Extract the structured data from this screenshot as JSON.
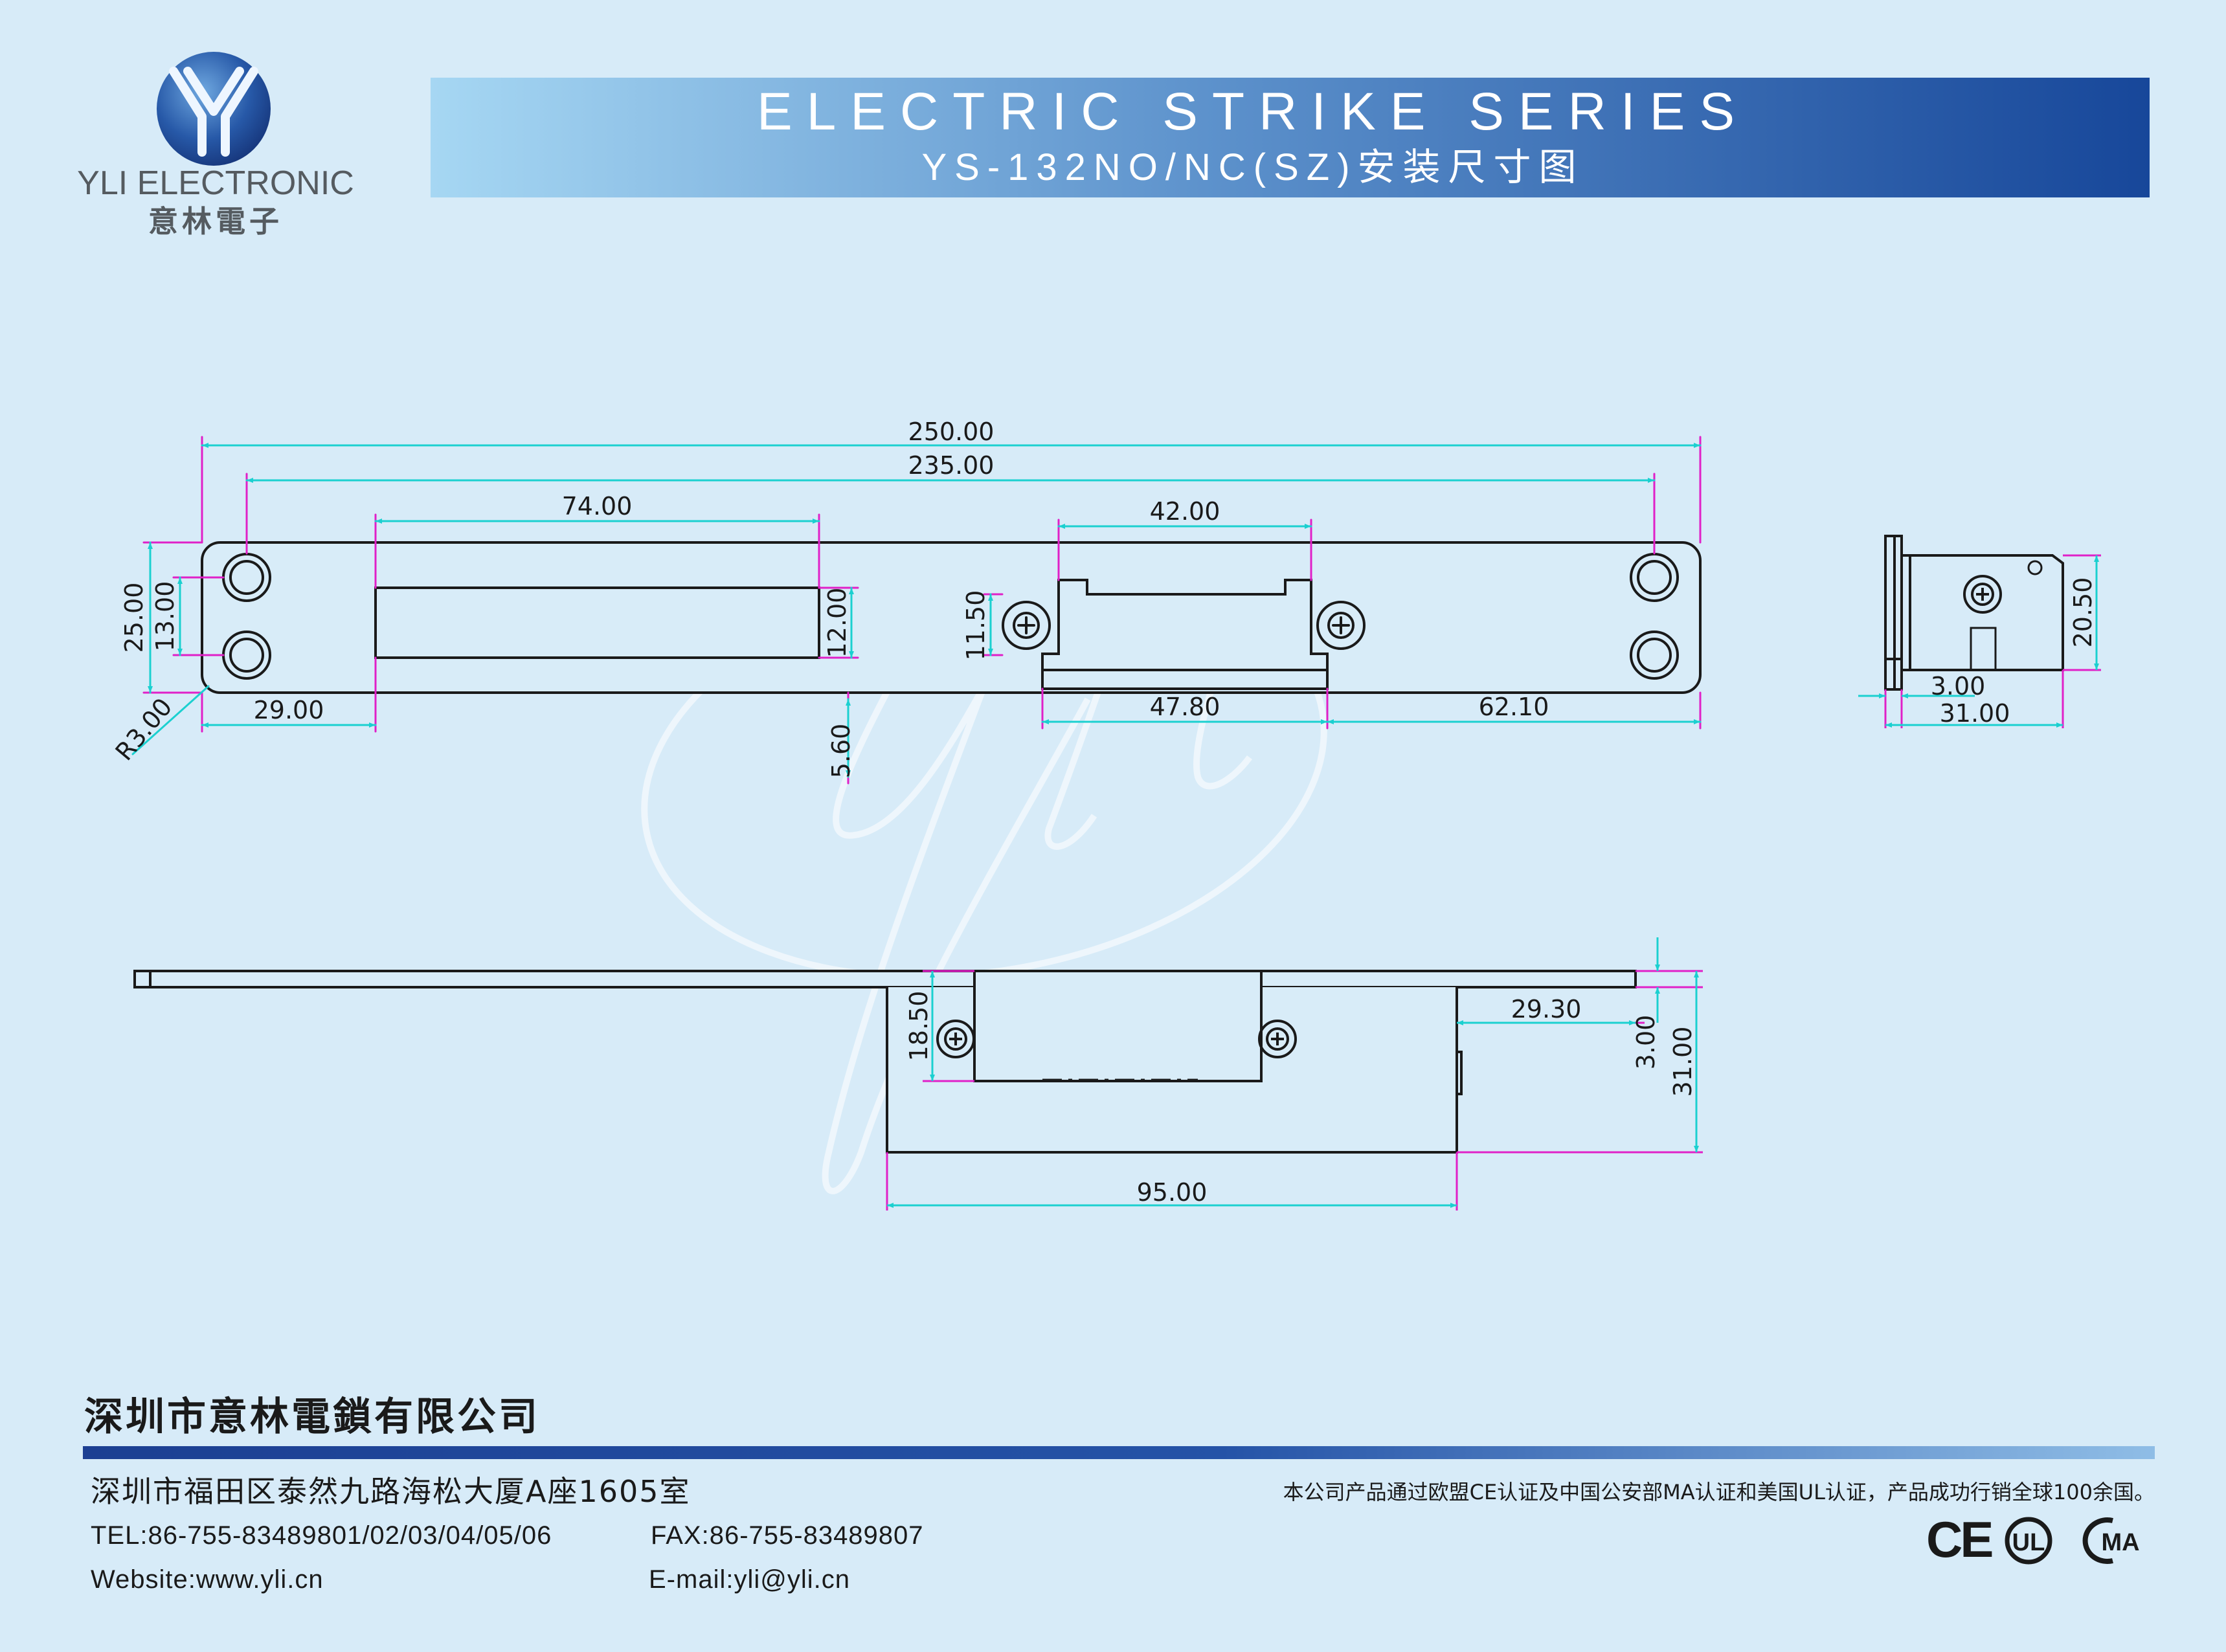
{
  "brand": {
    "name_en": "YLI ELECTRONIC",
    "name_cn": "意林電子"
  },
  "header": {
    "title": "ELECTRIC STRIKE SERIES",
    "subtitle": "YS-132NO/NC(SZ)安装尺寸图"
  },
  "watermark": "yli",
  "dimensions": {
    "front_view": {
      "overall_length": "250.00",
      "hole_spacing": "235.00",
      "slot_length": "74.00",
      "strike_opening": "42.00",
      "plate_height": "25.00",
      "hole_vertical_spacing": "13.00",
      "corner_radius": "R3.00",
      "hole_to_slot": "29.00",
      "slot_height": "12.00",
      "slot_to_bottom": "5.60",
      "screw_spacing": "11.50",
      "strike_width": "47.80",
      "strike_to_end": "62.10"
    },
    "side_view": {
      "body_height": "20.50",
      "plate_thickness": "3.00",
      "body_depth": "31.00"
    },
    "bottom_view": {
      "body_height": "18.50",
      "body_to_end": "29.30",
      "plate_thickness": "3.00",
      "total_depth": "31.00",
      "body_length": "95.00"
    }
  },
  "footer": {
    "company": "深圳市意林電鎖有限公司",
    "address": "深圳市福田区泰然九路海松大厦A座1605室",
    "tel": "TEL:86-755-83489801/02/03/04/05/06",
    "fax": "FAX:86-755-83489807",
    "website": "Website:www.yli.cn",
    "email": "E-mail:yli@yli.cn",
    "certification_text": "本公司产品通过欧盟CE认证及中国公安部MA认证和美国UL认证，产品成功行销全球100余国。",
    "cert_marks": {
      "ce": "CE",
      "ul": "UL",
      "cma": "MA"
    }
  },
  "colors": {
    "background": "#d7ebf8",
    "banner_left": "#a3d4f2",
    "banner_right": "#1a4b9c",
    "dimension_line": "#1bd0d0",
    "extension_line": "#e020c8",
    "outline": "#1a1a1a",
    "footer_bar": "#1c3f92"
  }
}
